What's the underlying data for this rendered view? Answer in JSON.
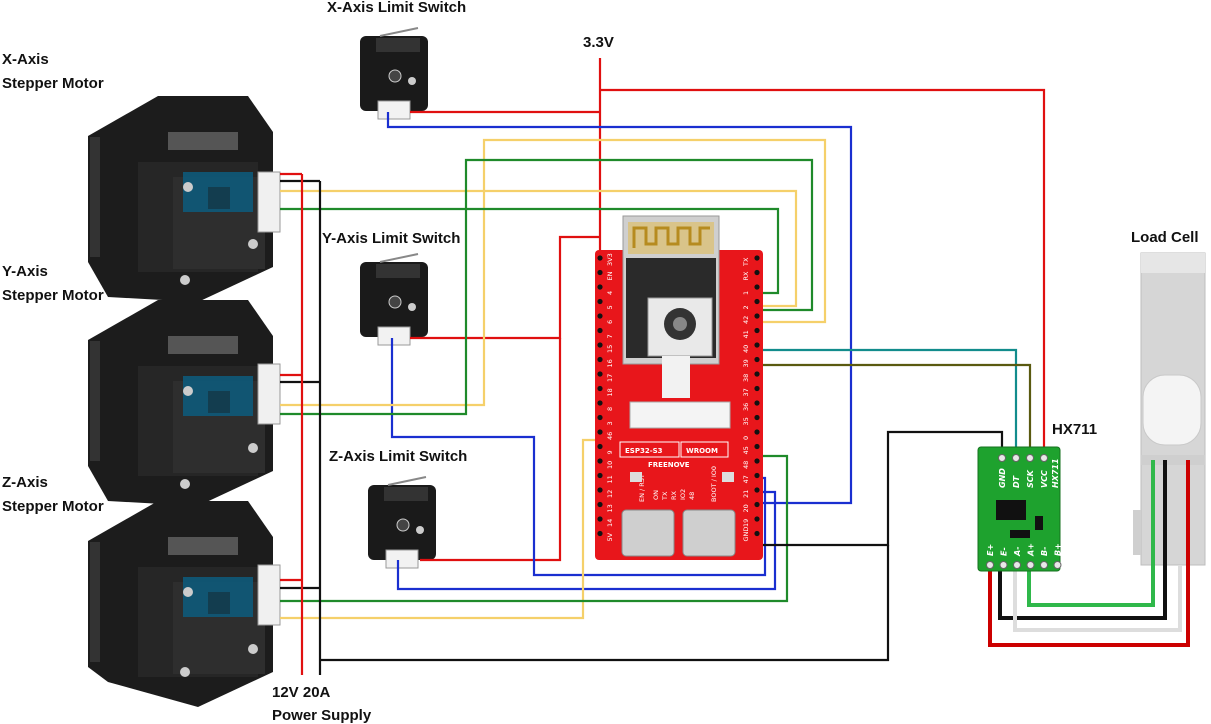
{
  "labels": {
    "x_motor_line1": "X-Axis",
    "x_motor_line2": "Stepper Motor",
    "y_motor_line1": "Y-Axis",
    "y_motor_line2": "Stepper Motor",
    "z_motor_line1": "Z-Axis",
    "z_motor_line2": "Stepper Motor",
    "x_switch": "X-Axis Limit Switch",
    "y_switch": "Y-Axis Limit Switch",
    "z_switch": "Z-Axis Limit Switch",
    "supply_3v3": "3.3V",
    "psu_line1": "12V 20A",
    "psu_line2": "Power Supply",
    "hx711": "HX711",
    "load_cell": "Load Cell"
  },
  "esp32": {
    "model": "ESP32-S3",
    "variant": "WROOM",
    "brand": "FREENOVE",
    "en_rst": "EN / RST",
    "boot_io0": "BOOT / IO0",
    "leds": [
      "ON",
      "TX",
      "RX",
      "IO2",
      "48"
    ],
    "left_pins": [
      "3V3",
      "EN",
      "4",
      "5",
      "6",
      "7",
      "15",
      "16",
      "17",
      "18",
      "8",
      "3",
      "46",
      "9",
      "10",
      "11",
      "12",
      "13",
      "14",
      "5V"
    ],
    "right_pins": [
      "TX",
      "RX",
      "1",
      "2",
      "42",
      "41",
      "40",
      "39",
      "38",
      "37",
      "36",
      "35",
      "0",
      "45",
      "48",
      "47",
      "21",
      "20",
      "19",
      "GND"
    ]
  },
  "hx711_pins_top": [
    "GND",
    "DT",
    "SCK",
    "VCC"
  ],
  "hx711_pins_bottom": [
    "E+",
    "E-",
    "A-",
    "A+",
    "B-",
    "B+"
  ],
  "hx711_board_label": "HX711",
  "colors": {
    "red": "#e01010",
    "black": "#111111",
    "blue": "#1a2fd0",
    "yellow": "#f5d06a",
    "green": "#1f8a2a",
    "teal": "#128c8c",
    "olive": "#5a5a10",
    "board_red": "#e8161b",
    "hx_green": "#1ea22e"
  }
}
